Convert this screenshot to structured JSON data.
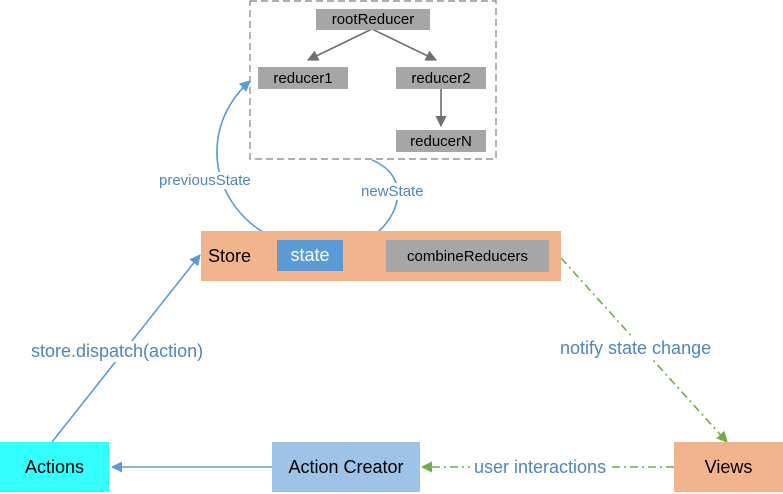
{
  "reducer_tree": {
    "root": "rootReducer",
    "reducer1": "reducer1",
    "reducer2": "reducer2",
    "reducerN": "reducerN"
  },
  "store": {
    "label": "Store",
    "state": "state",
    "combine": "combineReducers"
  },
  "nodes": {
    "actions": "Actions",
    "action_creator": "Action Creator",
    "views": "Views"
  },
  "edges": {
    "previous_state": "previousState",
    "new_state": "newState",
    "dispatch": "store.dispatch(action)",
    "notify": "notify state change",
    "user_interactions": "user interactions"
  },
  "colors": {
    "store": "#f2b48c",
    "state": "#5b9bd5",
    "gray_box": "#a6a6a6",
    "actions": "#33ffff",
    "action_creator": "#9dc3e6",
    "views": "#f2b48c",
    "blue_arrow": "#5b9bd5",
    "green_dashed": "#70ad47",
    "dash_border": "#7f7f7f"
  }
}
